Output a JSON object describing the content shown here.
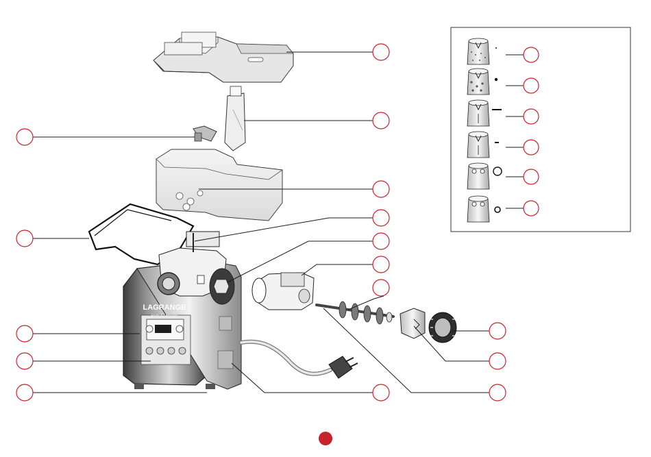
{
  "diagram": {
    "brand_label": "LAGRANGE",
    "brand_sublabel": "Fruits & Légumes",
    "accent_color": "#c8232c",
    "line_color": "#1a1a1a",
    "callouts": [
      {
        "name": "callout-lid"
      },
      {
        "name": "callout-filter-insert"
      },
      {
        "name": "callout-small-knob"
      },
      {
        "name": "callout-tank"
      },
      {
        "name": "callout-pusher"
      },
      {
        "name": "callout-drive-shaft"
      },
      {
        "name": "callout-spiral-wheel"
      },
      {
        "name": "callout-transparent-chamber"
      },
      {
        "name": "callout-screw"
      },
      {
        "name": "callout-drum-tip"
      },
      {
        "name": "callout-locking-ring"
      },
      {
        "name": "callout-control-panel"
      },
      {
        "name": "callout-motor-body"
      },
      {
        "name": "callout-feet"
      },
      {
        "name": "callout-cord-storage"
      },
      {
        "name": "callout-power-plug"
      }
    ],
    "drum_options": [
      {
        "name": "fine-grating-drum",
        "marker": "dot-small"
      },
      {
        "name": "medium-grating-drum",
        "marker": "dot-large"
      },
      {
        "name": "slicing-drum-thick",
        "marker": "dash-long"
      },
      {
        "name": "slicing-drum-thin",
        "marker": "dash-short"
      },
      {
        "name": "cutting-drum-large",
        "marker": "ring-large"
      },
      {
        "name": "cutting-drum-small",
        "marker": "ring-small"
      }
    ]
  }
}
